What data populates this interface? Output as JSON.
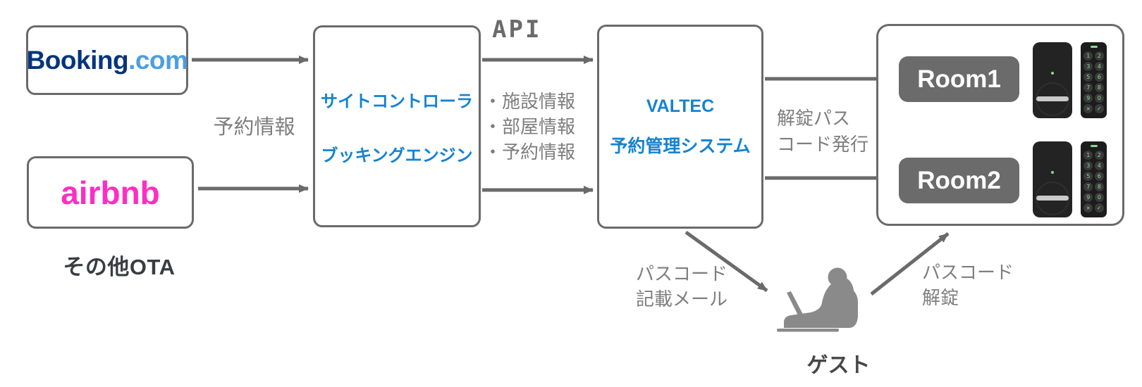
{
  "colors": {
    "accent-blue": "#1583d2",
    "booking-navy": "#03357e",
    "booking-light": "#4c9fdf",
    "airbnb-pink": "#ff2dc4",
    "arrow-gray": "#6a6a6a",
    "label-gray": "#7e7e7e",
    "dark-text": "#3a3d42",
    "room-fill": "#6b6b6b",
    "keypad-green": "#8bd893",
    "silhouette-gray": "#8a8a8a"
  },
  "nodes": {
    "booking": {
      "text_dark": "Booking",
      "text_light": ".com"
    },
    "airbnb": {
      "label": "airbnb"
    },
    "other_ota_label": "その他OTA",
    "site_controller": {
      "line1": "サイトコントローラ",
      "line2": "ブッキングエンジン"
    },
    "valtec": {
      "line1": "VALTEC",
      "line2": "予約管理システム"
    },
    "rooms": [
      {
        "label": "Room1"
      },
      {
        "label": "Room2"
      }
    ],
    "guest_label": "ゲスト"
  },
  "edge_labels": {
    "booking_info": "予約情報",
    "api": "API",
    "api_items": [
      "・施設情報",
      "・部屋情報",
      "・予約情報"
    ],
    "unlock_pass": [
      "解錠パス",
      "コード発行"
    ],
    "passcode_mail": [
      "パスコード",
      "記載メール"
    ],
    "passcode_unlock": [
      "パスコード",
      "解錠"
    ]
  },
  "devices": {
    "keypad_keys": [
      "1",
      "2",
      "3",
      "4",
      "5",
      "6",
      "7",
      "8",
      "9",
      "0",
      "×",
      "✓"
    ]
  }
}
